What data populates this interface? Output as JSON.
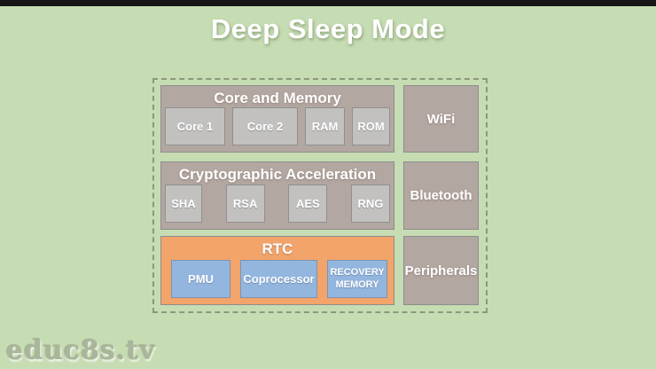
{
  "title": "Deep Sleep Mode",
  "watermark": "educ8s.tv",
  "colors": {
    "background": "#c6dcb2",
    "top_bar": "#161616",
    "section_inactive": "#b3a7a1",
    "section_active_orange": "#f3a46a",
    "chip_gray": "#c2c1c0",
    "chip_blue": "#93b6df",
    "label_text": "#ffffff",
    "dashed_outline": "#8b987e"
  },
  "diagram": {
    "sections": [
      {
        "label": "Core and Memory",
        "children": [
          "Core 1",
          "Core 2",
          "RAM",
          "ROM"
        ]
      },
      {
        "label": "Cryptographic Acceleration",
        "children": [
          "SHA",
          "RSA",
          "AES",
          "RNG"
        ]
      },
      {
        "label": "RTC",
        "children": [
          "PMU",
          "Coprocessor",
          "RECOVERY MEMORY"
        ]
      }
    ],
    "side_blocks": [
      "WiFi",
      "Bluetooth",
      "Peripherals"
    ]
  }
}
